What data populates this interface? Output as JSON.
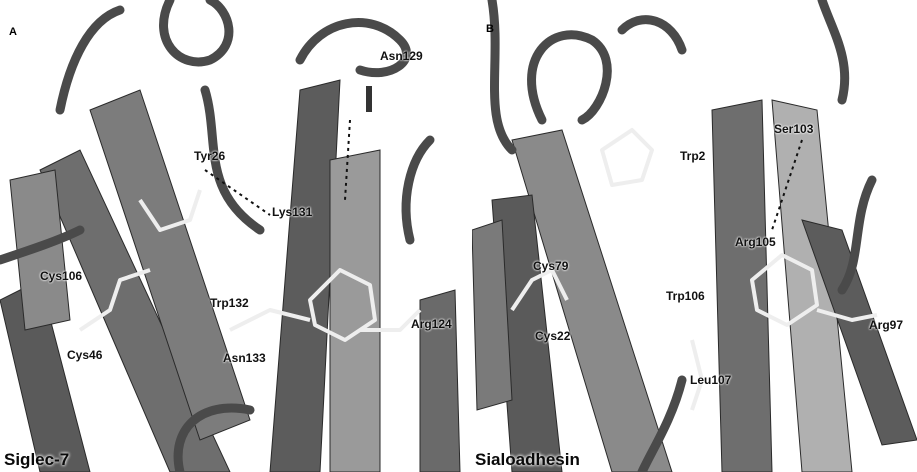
{
  "panels": {
    "a": {
      "letter": "A",
      "caption": "Siglec-7",
      "residues": {
        "asn129": "Asn129",
        "tyr26": "Tyr26",
        "lys131": "Lys131",
        "cys106": "Cys106",
        "trp132": "Trp132",
        "arg124": "Arg124",
        "cys46": "Cys46",
        "asn133": "Asn133"
      }
    },
    "b": {
      "letter": "B",
      "caption": "Sialoadhesin",
      "residues": {
        "ser103": "Ser103",
        "trp2": "Trp2",
        "arg105": "Arg105",
        "cys79": "Cys79",
        "trp106": "Trp106",
        "arg97": "Arg97",
        "cys22": "Cys22",
        "leu107": "Leu107"
      }
    }
  },
  "colors": {
    "strand_dark": "#5a5a5a",
    "strand_mid": "#8a8a8a",
    "strand_light": "#b4b4b4",
    "coil": "#4a4a4a",
    "ligand": "#f2f2f2"
  }
}
